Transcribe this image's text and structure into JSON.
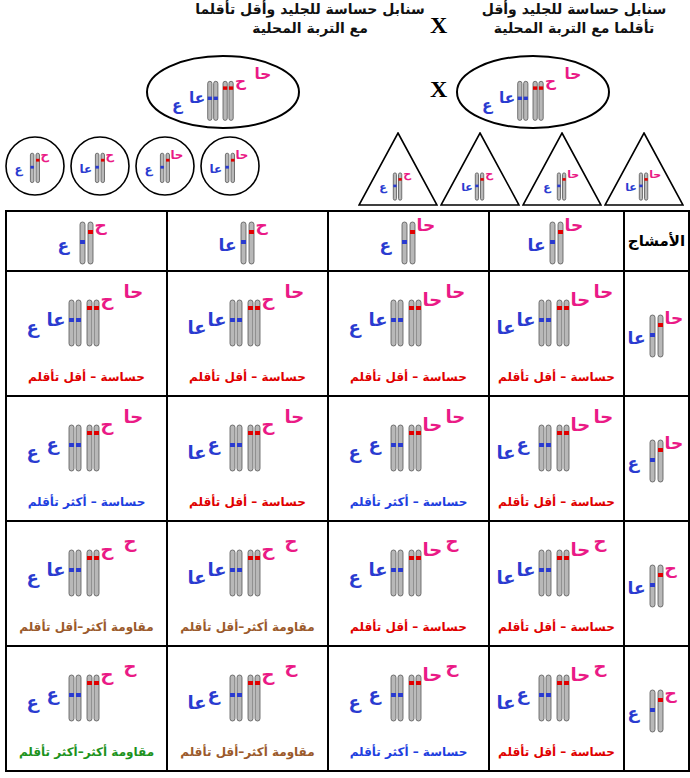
{
  "diagram": {
    "nodes": [
      {
        "text": [
          "سنابل حساسة للجليد وأقل تأقلما مع التربة المحلية",
          "ع",
          "عا",
          "ح",
          "حا"
        ]
      },
      {
        "text": [
          "سنابل حساسة للجليد وأقل تأقلما مع التربة المحلية",
          "ع",
          "عا",
          "ح",
          "حا"
        ]
      },
      {
        "text": [
          "ع",
          "ح"
        ]
      },
      {
        "text": [
          "عا",
          "ح"
        ]
      },
      {
        "text": [
          "ع",
          "حا"
        ]
      },
      {
        "text": [
          "عا",
          "حا"
        ]
      },
      {
        "text": [
          "ع",
          "ح"
        ]
      },
      {
        "text": [
          "عا",
          "ح"
        ]
      },
      {
        "text": [
          "ع",
          "حا"
        ]
      },
      {
        "text": [
          "عا",
          "حا"
        ]
      },
      {
        "text": [
          "ع",
          "ح"
        ]
      },
      {
        "text": [
          "عا",
          "ح"
        ]
      },
      {
        "text": [
          "ع",
          "حا"
        ]
      },
      {
        "text": [
          "عا",
          "حا"
        ]
      },
      {
        "text": [
          "الأمشاج"
        ]
      },
      {
        "text": [
          "ع",
          "عا",
          "ح",
          "حا",
          "حساسة – أقل تأقلم"
        ]
      },
      {
        "text": [
          "عا",
          "عا",
          "ح",
          "حا",
          "حساسة – أقل تأقلم"
        ]
      },
      {
        "text": [
          "ع",
          "عا",
          "حا",
          "حا",
          "حساسة – أقل تأقلم"
        ]
      },
      {
        "text": [
          "عا",
          "عا",
          "حا",
          "حا",
          "حساسة – أقل تأقلم"
        ]
      },
      {
        "text": [
          "عا",
          "حا"
        ]
      },
      {
        "text": [
          "ع",
          "ع",
          "ح",
          "حا",
          "حساسة – أكثر تأقلم"
        ]
      },
      {
        "text": [
          "عا",
          "ع",
          "ح",
          "حا",
          "حساسة – أقل تأقلم"
        ]
      },
      {
        "text": [
          "ع",
          "ع",
          "حا",
          "حا",
          "حساسة – أكثر تأقلم"
        ]
      },
      {
        "text": [
          "عا",
          "ع",
          "حا",
          "حا",
          "حساسة – أقل تأقلم"
        ]
      },
      {
        "text": [
          "ع",
          "حا"
        ]
      },
      {
        "text": [
          "ع",
          "عا",
          "ح",
          "ح",
          "مقاومة أكثر–أقل تأقلم"
        ]
      },
      {
        "text": [
          "عا",
          "عا",
          "ح",
          "ح",
          "مقاومة أكثر–أقل تأقلم"
        ]
      },
      {
        "text": [
          "ع",
          "عا",
          "حا",
          "ح",
          "حساسة – أقل تأقلم"
        ]
      },
      {
        "text": [
          "عا",
          "عا",
          "حا",
          "ح",
          "حساسة – أقل تأقلم"
        ]
      },
      {
        "text": [
          "عا",
          "ح"
        ]
      },
      {
        "text": [
          "ع",
          "ع",
          "ح",
          "ح",
          "مقاومة أكثر–أكثر تأقلم"
        ]
      },
      {
        "text": [
          "عا",
          "ع",
          "ح",
          "ح",
          "مقاومة أكثر–أقل تأقلم"
        ]
      },
      {
        "text": [
          "ع",
          "ع",
          "حا",
          "ح",
          "حساسة – أكثر تأقلم"
        ]
      },
      {
        "text": [
          "عا",
          "ع",
          "حا",
          "ح",
          "حساسة – أقل تأقلم"
        ]
      },
      {
        "text": [
          "ع",
          "ح"
        ]
      }
    ],
    "labels": [
      "X",
      "X"
    ]
  }
}
